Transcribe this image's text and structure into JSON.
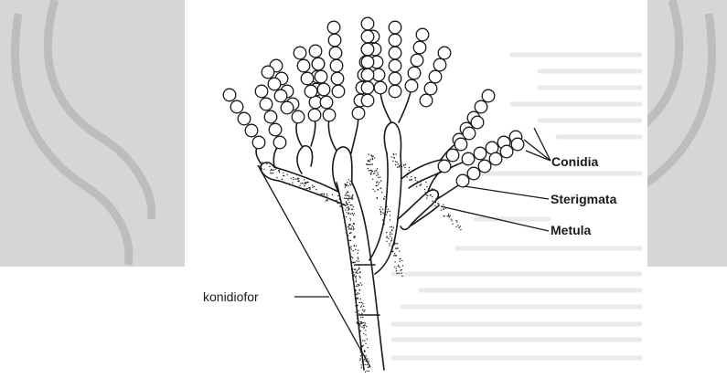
{
  "labels": {
    "conidia": "Conidia",
    "sterigmata": "Sterigmata",
    "metula": "Metula",
    "konidiofor": "konidiofor"
  },
  "colors": {
    "background_band": "#d8d8d8",
    "watermark": "#c4c4c4",
    "ink": "#1a1a1a",
    "paper": "#ffffff",
    "faint_text": "#e6e6e6"
  }
}
